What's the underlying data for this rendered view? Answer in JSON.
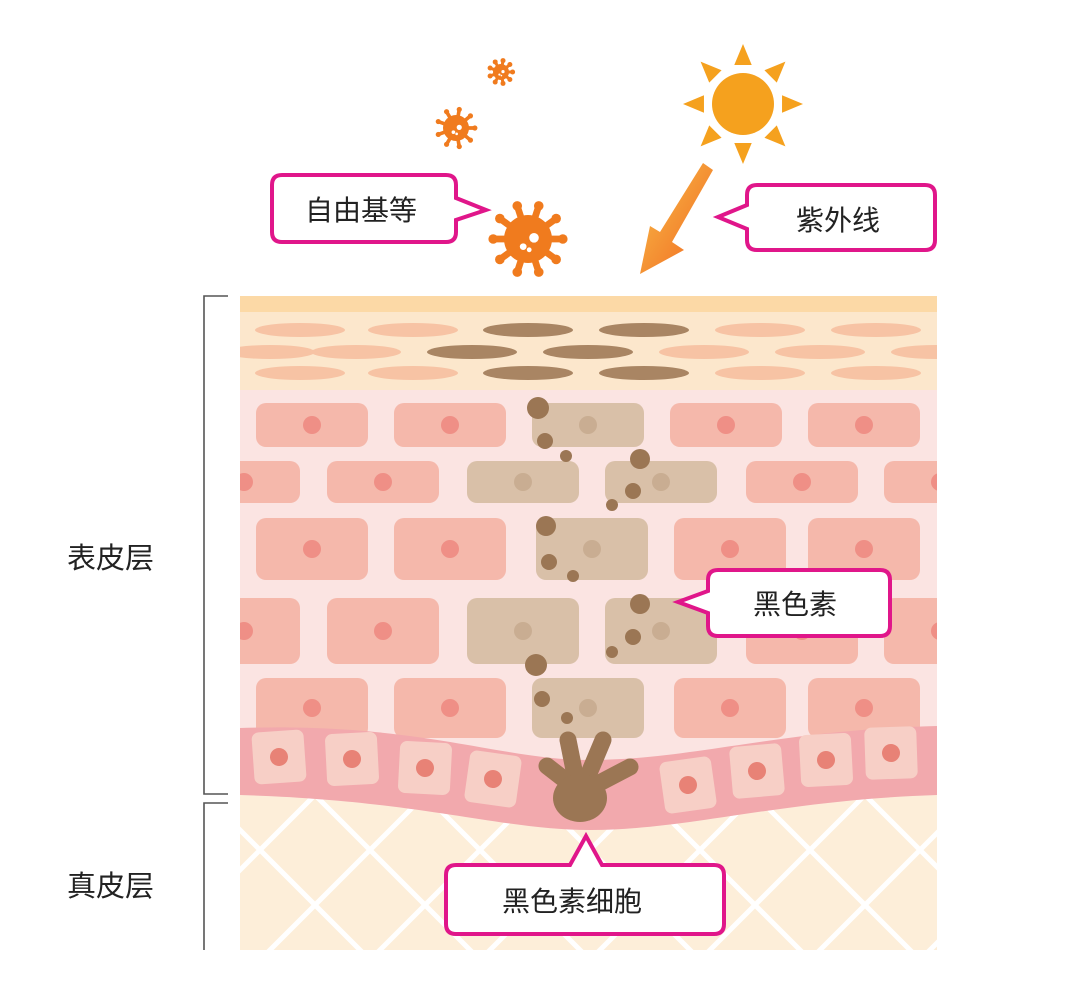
{
  "labels": {
    "free_radicals": "自由基等",
    "uv": "紫外线",
    "melanin": "黑色素",
    "melanocyte": "黑色素细胞",
    "epidermis": "表皮层",
    "dermis": "真皮层"
  },
  "icons": {
    "sun": "sun-icon",
    "radical": "free-radical-icon",
    "uv_arrow": "uv-arrow-icon"
  },
  "colors": {
    "callout_border": "#e0168a",
    "sun": "#f5a11e",
    "radical": "#f07b1e",
    "uv_arrow": "#f2661f",
    "melanin": "#9b7654",
    "pigment_cell": "#d9c0a8",
    "skin_cell": "#f5b8ab",
    "cell_nucleus": "#ef8f86",
    "basal_layer": "#f2a9ad",
    "stratum_corneum": "#fce7cc",
    "dermis": "#fdeed9"
  }
}
